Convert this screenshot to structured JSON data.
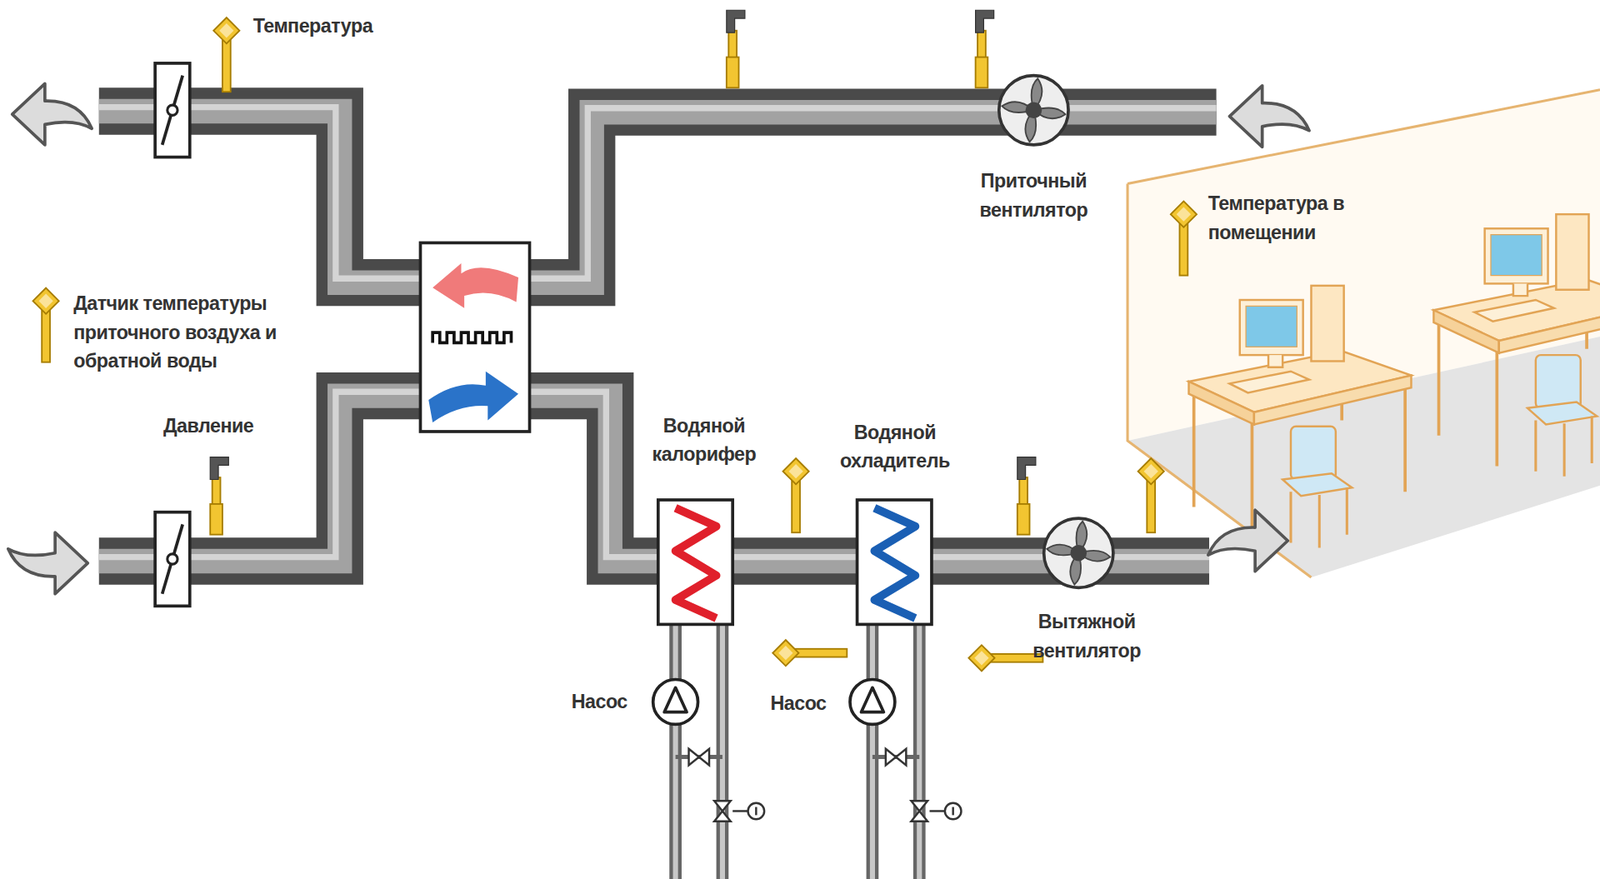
{
  "diagram": {
    "labels": [
      "Температура",
      "Приточный вентилятор",
      "Температура в помещении",
      "Давление",
      "Водяной калорифер",
      "Водяной охладитель",
      "Насос",
      "Насос",
      "Вытяжной вентилятор"
    ],
    "legend": [
      {
        "text": "Датчик температуры приточного воздуха и обратной воды"
      }
    ]
  }
}
